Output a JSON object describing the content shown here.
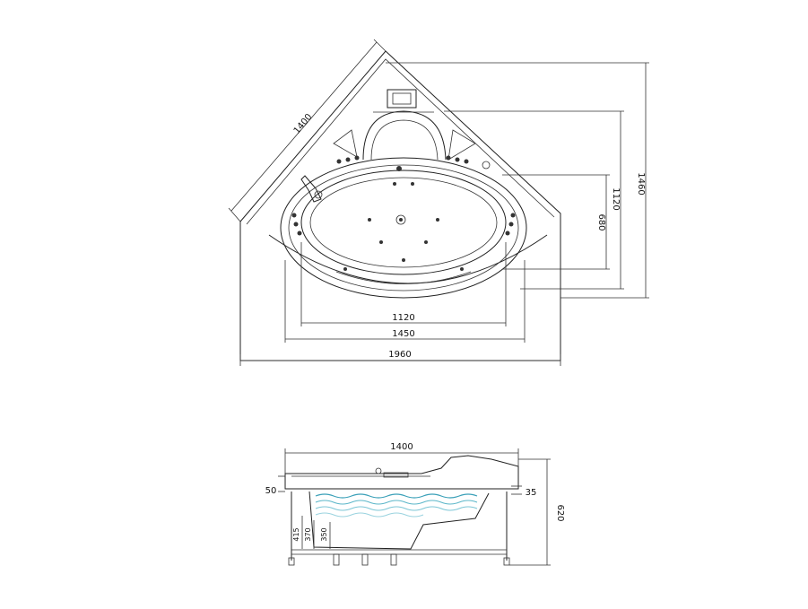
{
  "plan_view": {
    "dims": {
      "diagonal": "1400",
      "depth_outer": "1460",
      "depth_mid": "1120",
      "depth_inner": "680",
      "width_inner": "1120",
      "width_mid": "1450",
      "width_outer": "1960"
    }
  },
  "side_view": {
    "dims": {
      "length": "1400",
      "rim": "50",
      "step": "35",
      "height": "620",
      "d1": "415",
      "d2": "370",
      "d3": "350"
    }
  },
  "colors": {
    "line": "#222222",
    "water": "#3aa0b8"
  }
}
